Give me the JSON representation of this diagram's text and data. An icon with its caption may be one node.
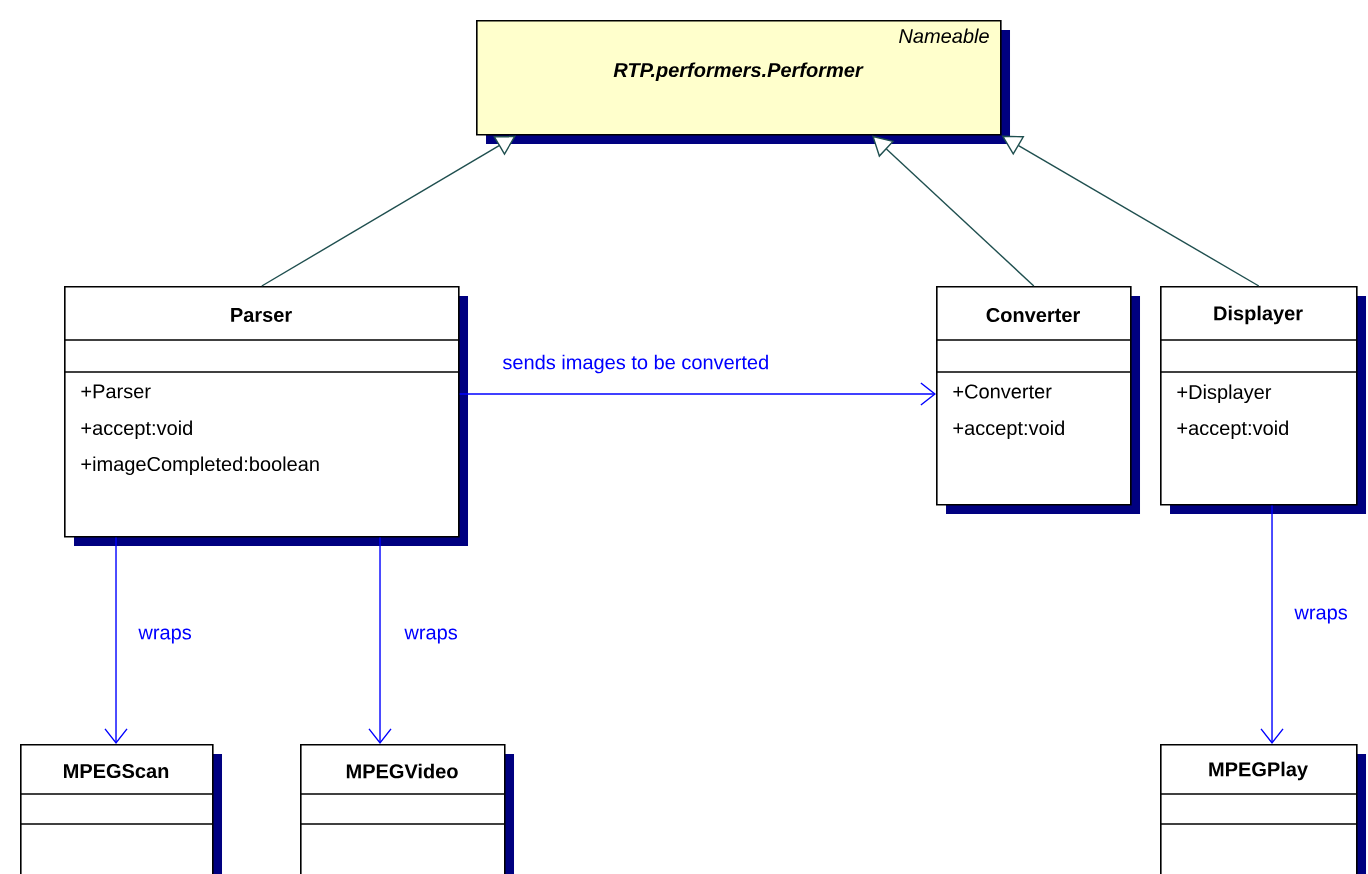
{
  "diagram": {
    "nodes": [
      {
        "text": [
          "Nameable",
          "RTP.performers.Performer"
        ]
      },
      {
        "text": [
          "Parser",
          "+Parser",
          "+accept:void",
          "+imageCompleted:boolean"
        ]
      },
      {
        "text": [
          "Converter",
          "+Converter",
          "+accept:void"
        ]
      },
      {
        "text": [
          "Displayer",
          "+Displayer",
          "+accept:void"
        ]
      },
      {
        "text": [
          "MPEGScan"
        ]
      },
      {
        "text": [
          "MPEGVideo"
        ]
      },
      {
        "text": [
          "MPEGPlay"
        ]
      }
    ],
    "edges": [
      {
        "from": 1,
        "to": 0,
        "arrow": "to",
        "color": "#1f4f4f"
      },
      {
        "from": 2,
        "to": 0,
        "arrow": "to",
        "color": "#1f4f4f"
      },
      {
        "from": 3,
        "to": 0,
        "arrow": "to",
        "color": "#1f4f4f"
      },
      {
        "from": 1,
        "to": 2,
        "arrow": "to",
        "label": "sends images to be converted"
      },
      {
        "from": 1,
        "to": 4,
        "arrow": "to",
        "label": "wraps"
      },
      {
        "from": 1,
        "to": 5,
        "arrow": "to",
        "label": "wraps"
      },
      {
        "from": 3,
        "to": 6,
        "arrow": "to",
        "label": "wraps"
      }
    ]
  }
}
